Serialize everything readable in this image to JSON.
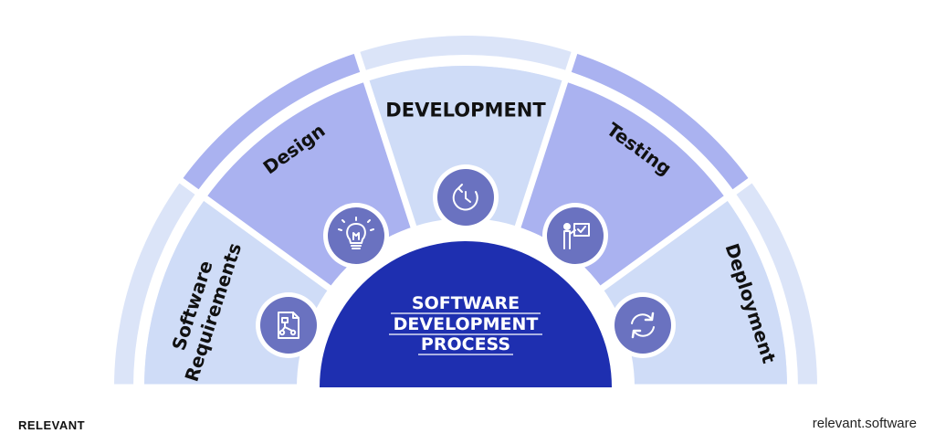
{
  "center": {
    "lines": [
      "SOFTWARE",
      "DEVELOPMENT",
      "PROCESS"
    ],
    "color": "#1e2fb0"
  },
  "segments": [
    {
      "id": "software-requirements",
      "lines": [
        "Software",
        "Requirements"
      ],
      "icon": "flowchart-document-icon",
      "color": "#cfdcf7"
    },
    {
      "id": "design",
      "lines": [
        "Design"
      ],
      "icon": "lightbulb-icon",
      "color": "#aab2f0"
    },
    {
      "id": "development",
      "lines": [
        "DEVELOPMENT"
      ],
      "icon": "cycle-clock-icon",
      "color": "#cfdcf7"
    },
    {
      "id": "testing",
      "lines": [
        "Testing"
      ],
      "icon": "presenter-checklist-icon",
      "color": "#aab2f0"
    },
    {
      "id": "deployment",
      "lines": [
        "Deployment"
      ],
      "icon": "refresh-arrows-icon",
      "color": "#cfdcf7"
    }
  ],
  "colors": {
    "icon_fill": "#6a72c0",
    "outer_ring": "#dbe4f8",
    "outer_ring_accent": "#aab2f0",
    "divider": "#ffffff"
  },
  "footer": {
    "brand": "RELEVANT",
    "website": "relevant.software"
  }
}
